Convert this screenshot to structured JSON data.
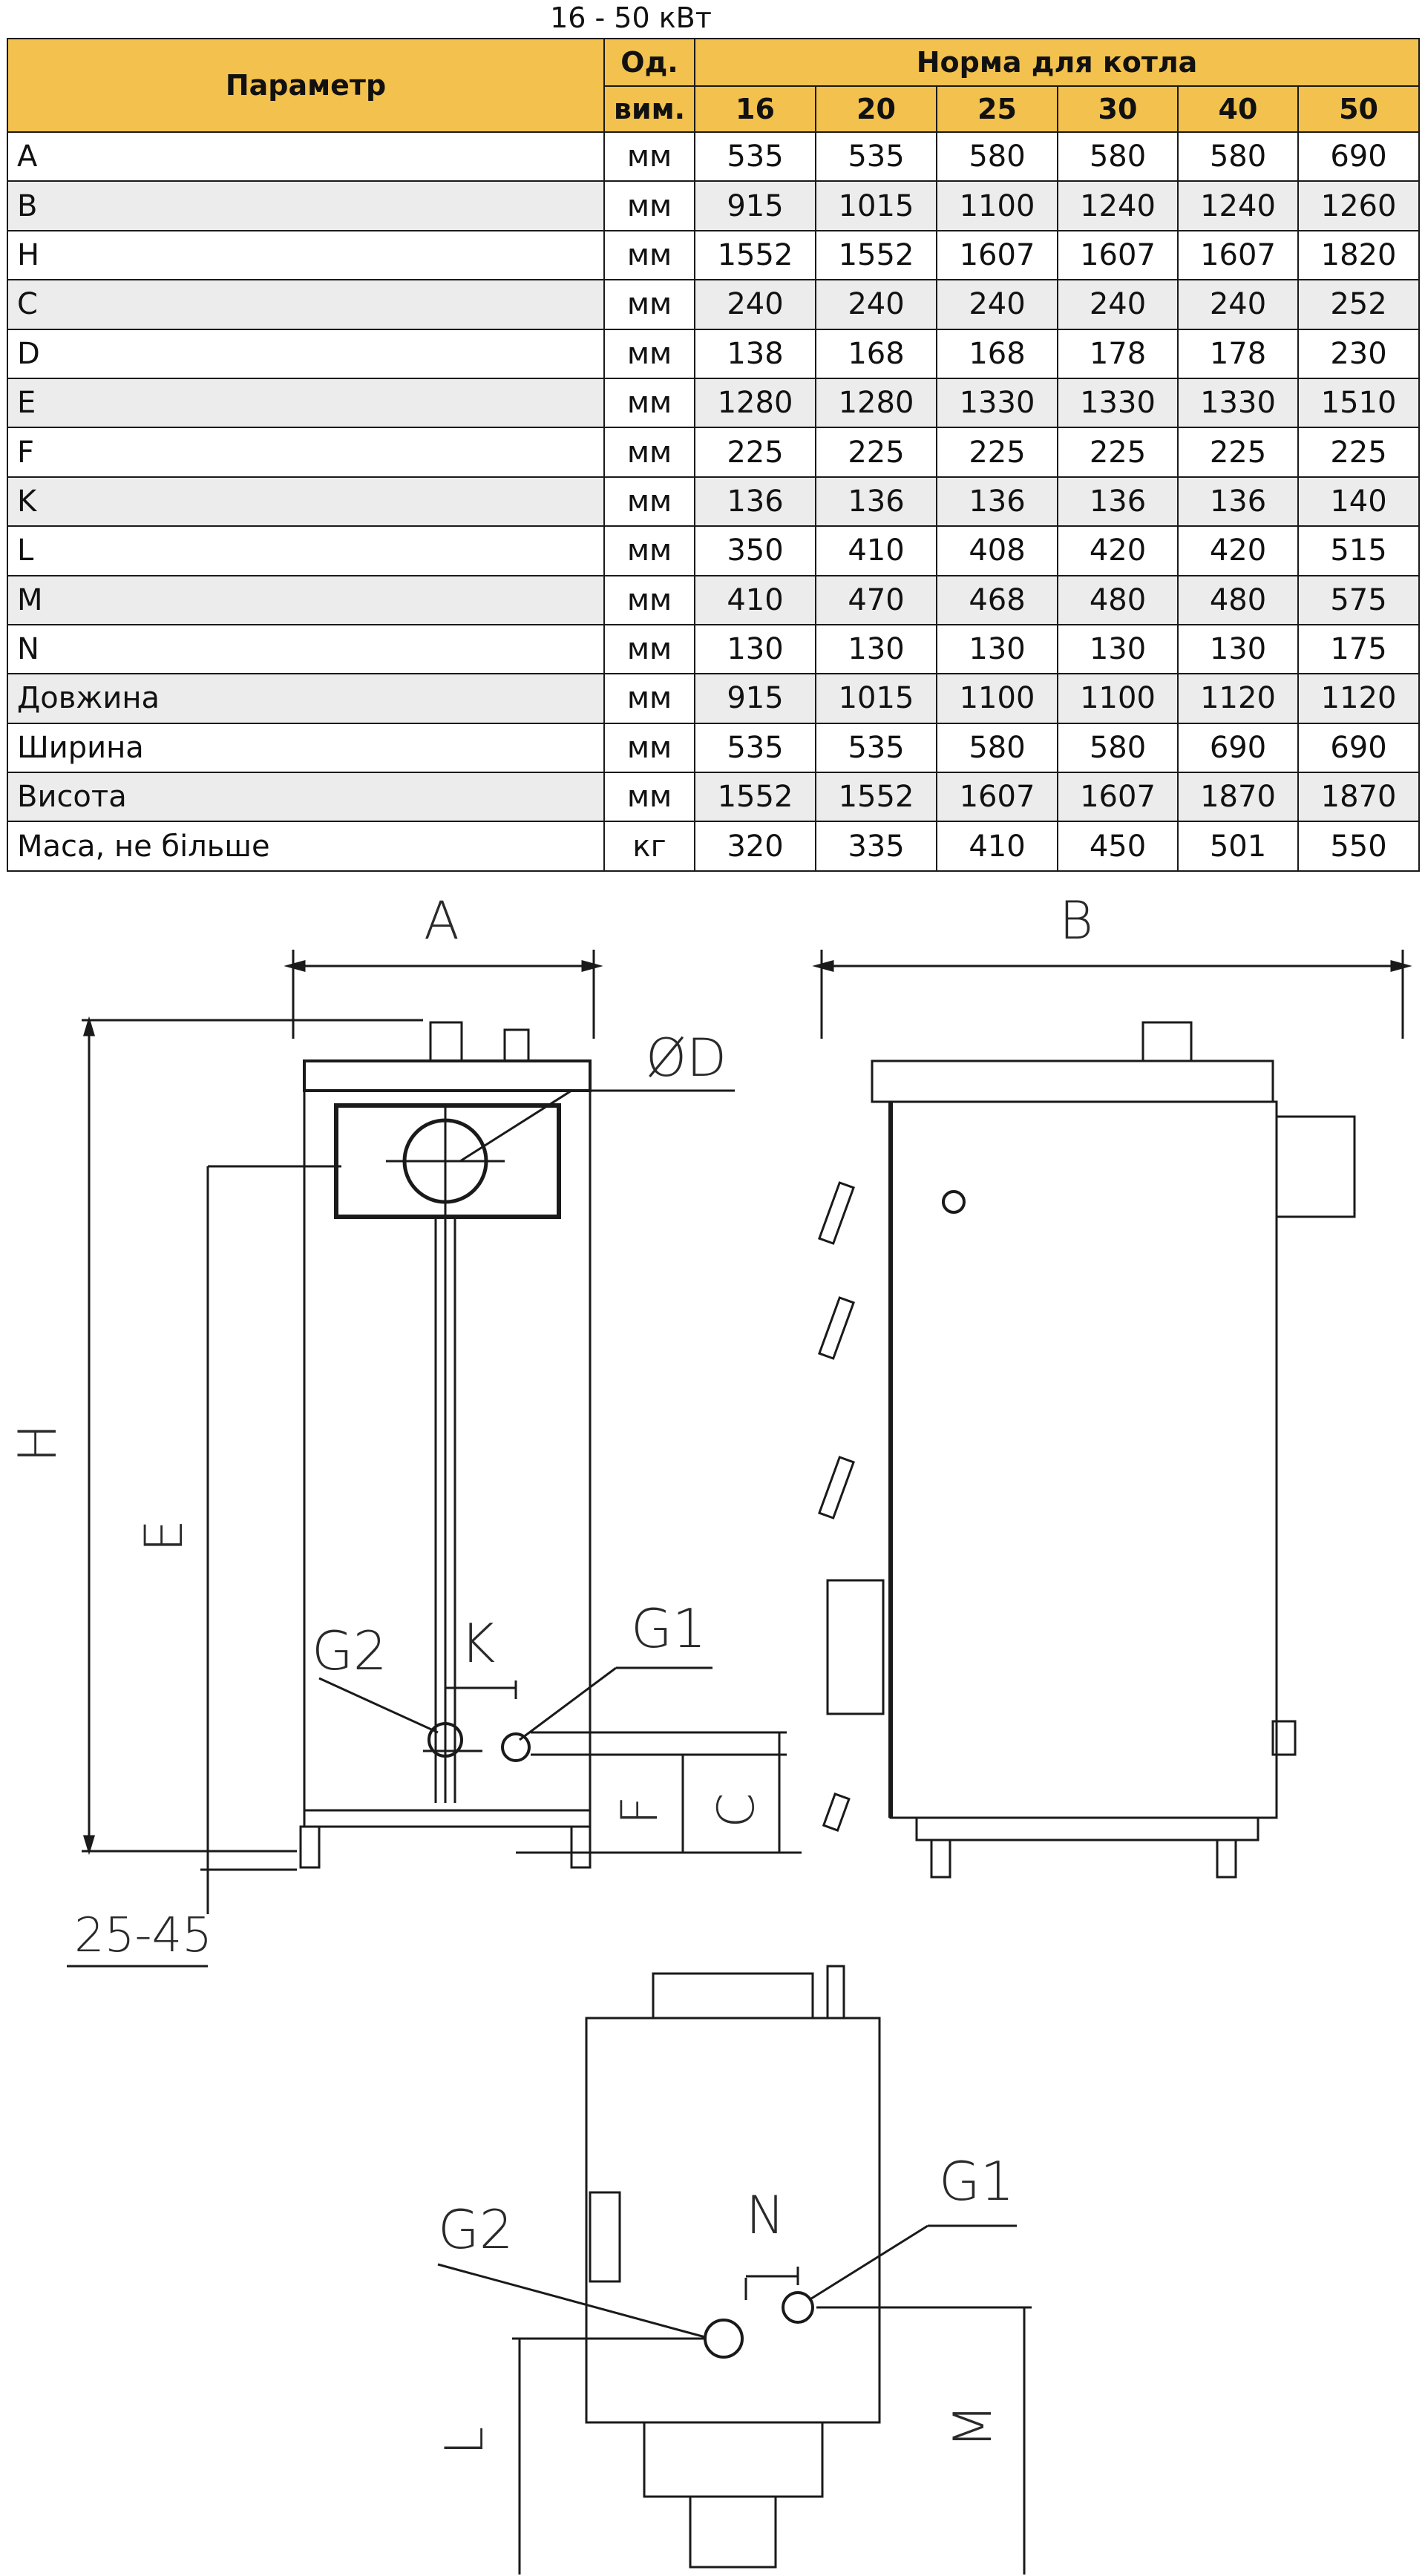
{
  "range_title": "16 - 50 кВт",
  "table": {
    "header": {
      "param": "Параметр",
      "unit_line1": "Од.",
      "unit_line2": "вим.",
      "group": "Норма для котла"
    },
    "models": [
      "16",
      "20",
      "25",
      "30",
      "40",
      "50"
    ],
    "rows": [
      {
        "name": "A",
        "unit": "мм",
        "values": [
          "535",
          "535",
          "580",
          "580",
          "580",
          "690"
        ]
      },
      {
        "name": "B",
        "unit": "мм",
        "values": [
          "915",
          "1015",
          "1100",
          "1240",
          "1240",
          "1260"
        ]
      },
      {
        "name": "H",
        "unit": "мм",
        "values": [
          "1552",
          "1552",
          "1607",
          "1607",
          "1607",
          "1820"
        ]
      },
      {
        "name": "C",
        "unit": "мм",
        "values": [
          "240",
          "240",
          "240",
          "240",
          "240",
          "252"
        ]
      },
      {
        "name": "D",
        "unit": "мм",
        "values": [
          "138",
          "168",
          "168",
          "178",
          "178",
          "230"
        ]
      },
      {
        "name": "E",
        "unit": "мм",
        "values": [
          "1280",
          "1280",
          "1330",
          "1330",
          "1330",
          "1510"
        ]
      },
      {
        "name": "F",
        "unit": "мм",
        "values": [
          "225",
          "225",
          "225",
          "225",
          "225",
          "225"
        ]
      },
      {
        "name": "K",
        "unit": "мм",
        "values": [
          "136",
          "136",
          "136",
          "136",
          "136",
          "140"
        ]
      },
      {
        "name": "L",
        "unit": "мм",
        "values": [
          "350",
          "410",
          "408",
          "420",
          "420",
          "515"
        ]
      },
      {
        "name": "M",
        "unit": "мм",
        "values": [
          "410",
          "470",
          "468",
          "480",
          "480",
          "575"
        ]
      },
      {
        "name": "N",
        "unit": "мм",
        "values": [
          "130",
          "130",
          "130",
          "130",
          "130",
          "175"
        ]
      },
      {
        "name": "Довжина",
        "unit": "мм",
        "values": [
          "915",
          "1015",
          "1100",
          "1100",
          "1120",
          "1120"
        ]
      },
      {
        "name": "Ширина",
        "unit": "мм",
        "values": [
          "535",
          "535",
          "580",
          "580",
          "690",
          "690"
        ]
      },
      {
        "name": "Висота",
        "unit": "мм",
        "values": [
          "1552",
          "1552",
          "1607",
          "1607",
          "1870",
          "1870"
        ]
      },
      {
        "name": "Маса, не більше",
        "unit": "кг",
        "values": [
          "320",
          "335",
          "410",
          "450",
          "501",
          "550"
        ]
      }
    ]
  },
  "drawing": {
    "labels": {
      "A": "A",
      "B": "B",
      "H": "H",
      "E": "E",
      "D": "ØD",
      "G1": "G1",
      "G2": "G2",
      "K": "K",
      "F": "F",
      "C": "C",
      "range": "25-45",
      "N": "N",
      "L": "L",
      "M": "M"
    }
  },
  "colors": {
    "header_bg": "#f2c14e",
    "alt_row_bg": "#ececec",
    "line": "#1a1a1a"
  }
}
